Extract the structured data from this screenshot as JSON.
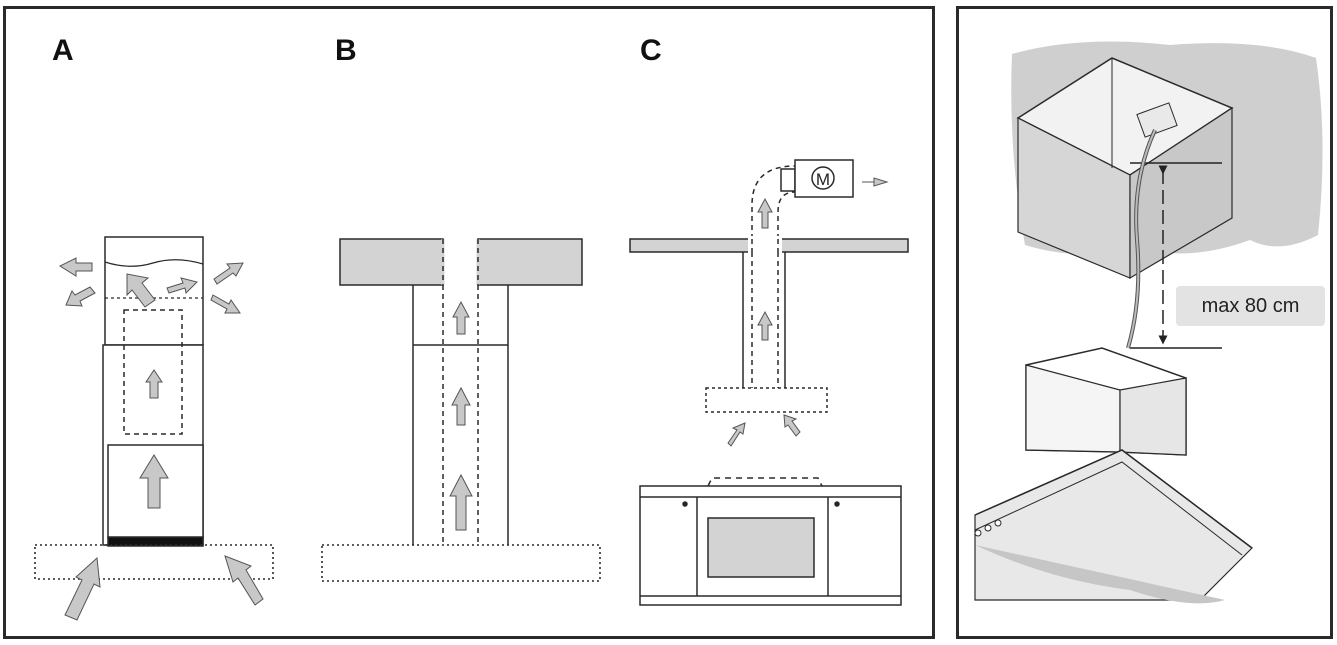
{
  "panels": {
    "a": {
      "label": "A"
    },
    "b": {
      "label": "B"
    },
    "c": {
      "label": "C",
      "motor_label": "M"
    }
  },
  "installation": {
    "dimension_label": "max 80 cm"
  },
  "colors": {
    "outline": "#2a2a2a",
    "fill_gray": "#d3d3d3",
    "arrow_fill": "#c8c8c8",
    "cabinet_gray": "#d8d8d8"
  }
}
